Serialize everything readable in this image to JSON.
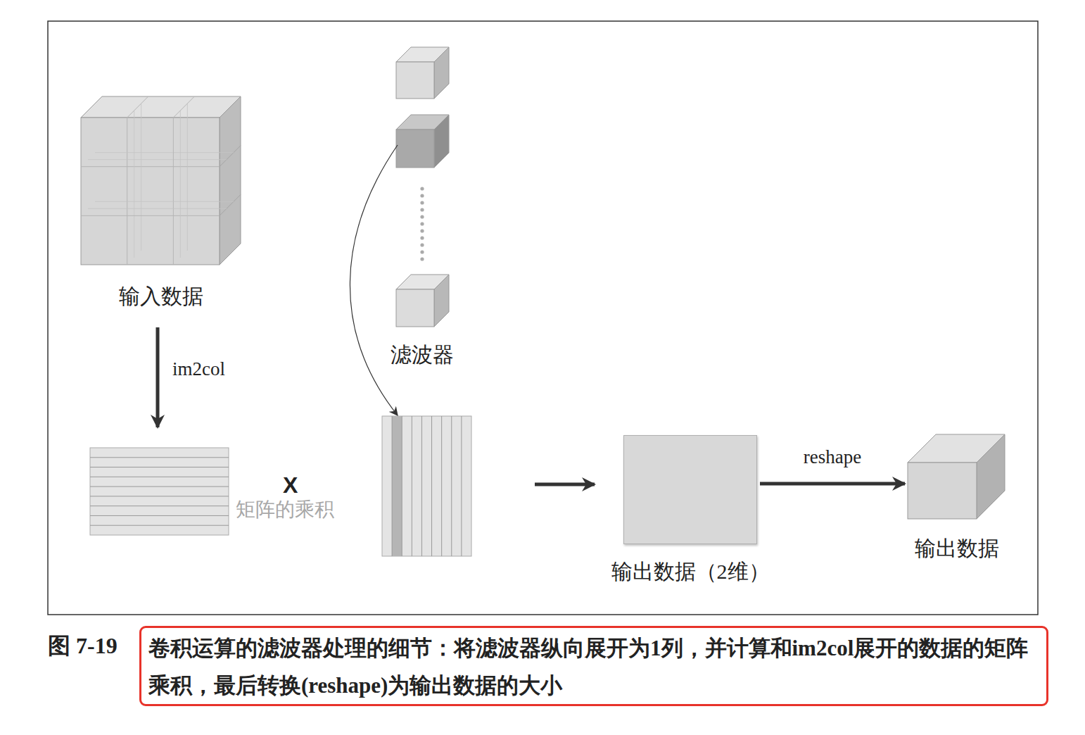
{
  "diagram": {
    "caption": "卷积运算的滤波器处理的细节：将滤波器纵向展开为1列，并计算和im2col展开的数据的矩阵乘积，最后转换(reshape)为输出数据的大小",
    "nodes": [
      {
        "text": [
          "输入数据"
        ]
      },
      {
        "text": [
          "滤波器"
        ]
      },
      {
        "text": [
          "输出数据（2维）"
        ]
      },
      {
        "text": [
          "输出数据"
        ]
      }
    ],
    "edges": [
      {
        "from": 2,
        "to": 3,
        "arrow": "to",
        "label": "reshape"
      }
    ],
    "labels": [
      "im2col",
      "X",
      "矩阵的乘积",
      "图 7-19"
    ]
  }
}
